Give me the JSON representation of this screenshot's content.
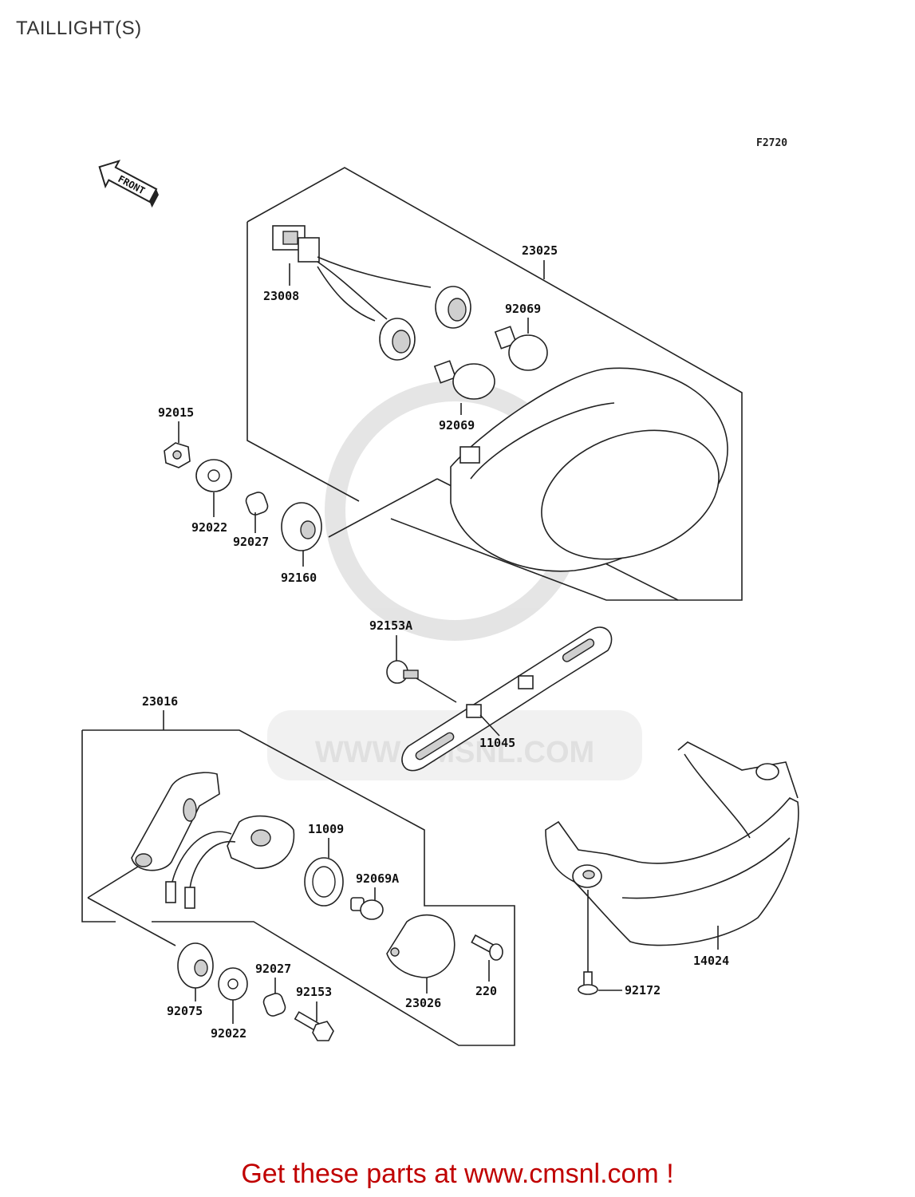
{
  "page": {
    "title": "TAILLIGHT(S)",
    "figure_code": "F2720",
    "footer": "Get these parts at www.cmsnl.com !",
    "direction_label": "FRONT",
    "watermark": "WWW.CMSNL.COM"
  },
  "parts": [
    {
      "id": "p23025",
      "number": "23025"
    },
    {
      "id": "p23008",
      "number": "23008"
    },
    {
      "id": "p92069a",
      "number": "92069"
    },
    {
      "id": "p92069b",
      "number": "92069"
    },
    {
      "id": "p92015",
      "number": "92015"
    },
    {
      "id": "p92022a",
      "number": "92022"
    },
    {
      "id": "p92027a",
      "number": "92027"
    },
    {
      "id": "p92160",
      "number": "92160"
    },
    {
      "id": "p92153A",
      "number": "92153A"
    },
    {
      "id": "p11045",
      "number": "11045"
    },
    {
      "id": "p23016",
      "number": "23016"
    },
    {
      "id": "p11009",
      "number": "11009"
    },
    {
      "id": "p92069A",
      "number": "92069A"
    },
    {
      "id": "p14024",
      "number": "14024"
    },
    {
      "id": "p92075",
      "number": "92075"
    },
    {
      "id": "p92022b",
      "number": "92022"
    },
    {
      "id": "p92027b",
      "number": "92027"
    },
    {
      "id": "p92153",
      "number": "92153"
    },
    {
      "id": "p23026",
      "number": "23026"
    },
    {
      "id": "p220",
      "number": "220"
    },
    {
      "id": "p92172",
      "number": "92172"
    }
  ]
}
